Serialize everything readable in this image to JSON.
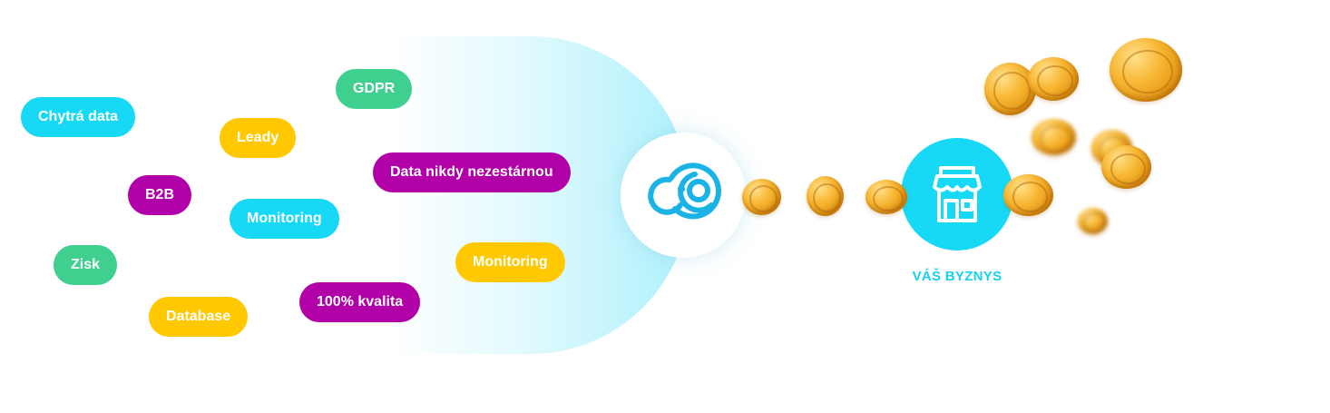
{
  "colors": {
    "cyan": "#17d9f5",
    "yellow": "#ffc800",
    "purple": "#b100a8",
    "green": "#3fcf8e"
  },
  "tags": [
    {
      "label": "Chytrá data",
      "color": "cyan"
    },
    {
      "label": "GDPR",
      "color": "green"
    },
    {
      "label": "Leady",
      "color": "yellow"
    },
    {
      "label": "Data nikdy nezestárnou",
      "color": "purple"
    },
    {
      "label": "B2B",
      "color": "purple"
    },
    {
      "label": "Monitoring",
      "color": "cyan"
    },
    {
      "label": "Zisk",
      "color": "green"
    },
    {
      "label": "Monitoring",
      "color": "yellow"
    },
    {
      "label": "100% kvalita",
      "color": "purple"
    },
    {
      "label": "Database",
      "color": "yellow"
    }
  ],
  "center_logo": {
    "icon": "brand-logo-icon"
  },
  "business": {
    "label": "VÁŠ BYZNYS",
    "icon": "shop-icon"
  },
  "coin_icon": "coin-icon"
}
